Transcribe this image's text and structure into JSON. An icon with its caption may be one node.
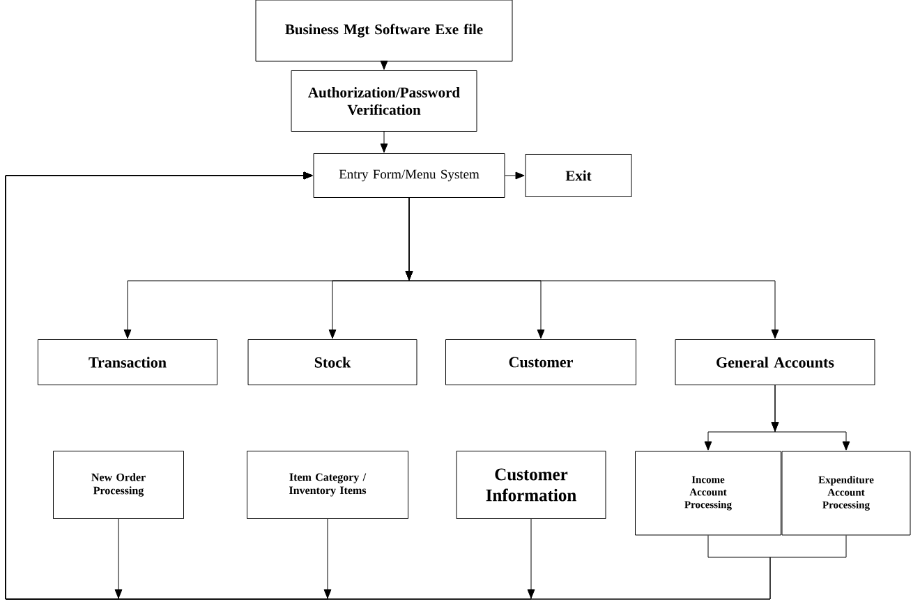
{
  "diagram": {
    "nodes": [
      {
        "text": [
          "Business Mgt Software Exe file"
        ]
      },
      {
        "text": [
          "Authorization/Password Verification"
        ]
      },
      {
        "text": [
          "Entry Form/Menu System"
        ]
      },
      {
        "text": [
          "Exit"
        ]
      },
      {
        "text": [
          "Transaction"
        ]
      },
      {
        "text": [
          "Stock"
        ]
      },
      {
        "text": [
          "Customer"
        ]
      },
      {
        "text": [
          "General Accounts"
        ]
      },
      {
        "text": [
          "New Order Processing"
        ]
      },
      {
        "text": [
          "Item Category / Inventory Items"
        ]
      },
      {
        "text": [
          "Customer Information"
        ]
      },
      {
        "text": [
          "Income Account Processing"
        ]
      },
      {
        "text": [
          "Expenditure Account Processing"
        ]
      }
    ],
    "edges": [
      {
        "from": 0,
        "to": 1,
        "arrow": "to"
      },
      {
        "from": 1,
        "to": 2,
        "arrow": "to"
      },
      {
        "from": 2,
        "to": 3,
        "arrow": "to"
      },
      {
        "from": 2,
        "to": 4,
        "arrow": "to"
      },
      {
        "from": 2,
        "to": 5,
        "arrow": "to"
      },
      {
        "from": 2,
        "to": 6,
        "arrow": "to"
      },
      {
        "from": 2,
        "to": 7,
        "arrow": "to"
      },
      {
        "from": 7,
        "to": 11,
        "arrow": "to"
      },
      {
        "from": 7,
        "to": 12,
        "arrow": "to"
      },
      {
        "from": 8,
        "to": 2,
        "arrow": "to"
      },
      {
        "from": 9,
        "to": 2,
        "arrow": "to"
      },
      {
        "from": 10,
        "to": 2,
        "arrow": "to"
      },
      {
        "from": 11,
        "to": 2,
        "arrow": "to"
      },
      {
        "from": 12,
        "to": 2,
        "arrow": "to"
      }
    ]
  }
}
